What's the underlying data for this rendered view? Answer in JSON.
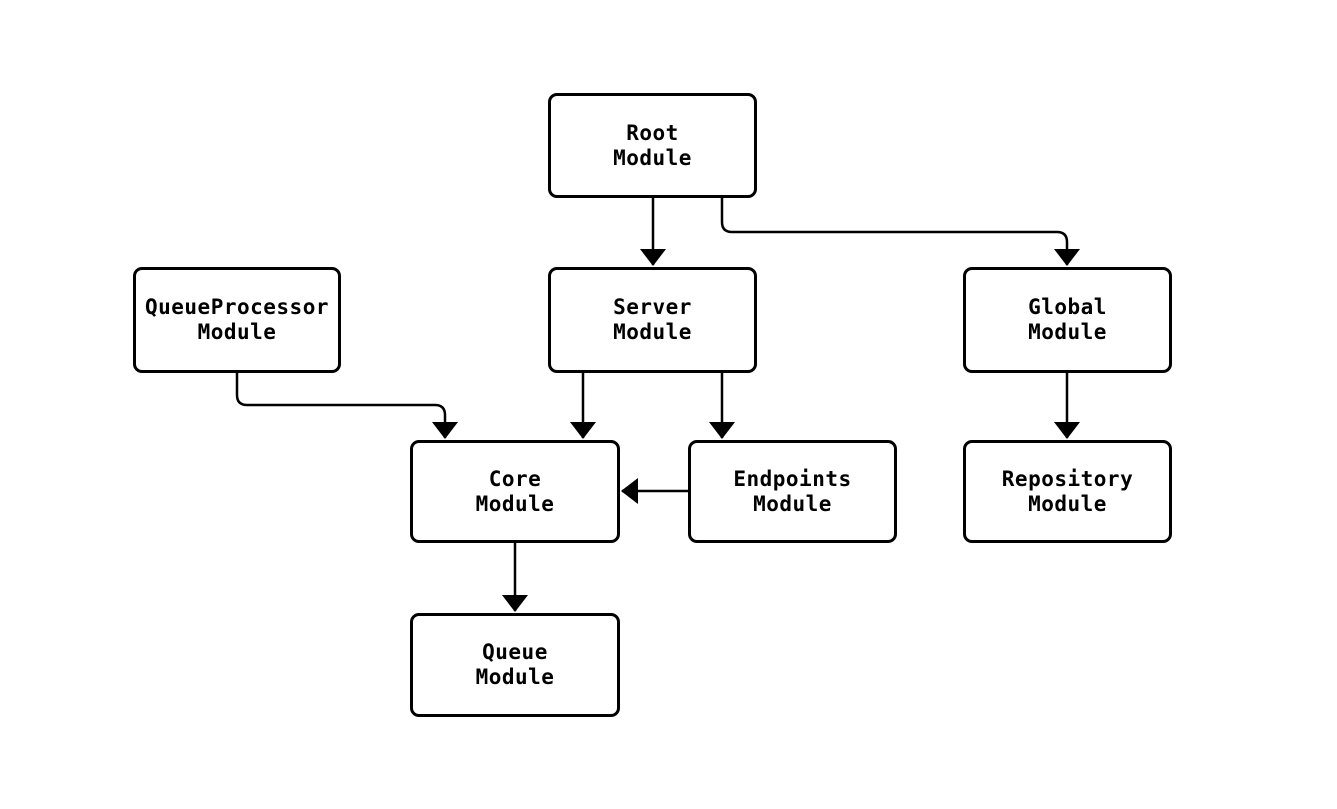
{
  "diagram": {
    "type": "module-dependency-flowchart",
    "background_color": "#ffffff",
    "node_fill_color": "#ffffff",
    "node_border_color": "#000000",
    "edge_color": "#000000",
    "text_color": "#000000",
    "nodes": {
      "root": {
        "label": "Root\nModule"
      },
      "queueprocessor": {
        "label": "QueueProcessor\nModule"
      },
      "server": {
        "label": "Server\nModule"
      },
      "global": {
        "label": "Global\nModule"
      },
      "core": {
        "label": "Core\nModule"
      },
      "endpoints": {
        "label": "Endpoints\nModule"
      },
      "repository": {
        "label": "Repository\nModule"
      },
      "queue": {
        "label": "Queue\nModule"
      }
    },
    "edges": [
      {
        "from": "Root Module",
        "to": "Server Module"
      },
      {
        "from": "Root Module",
        "to": "Global Module"
      },
      {
        "from": "QueueProcessor Module",
        "to": "Core Module"
      },
      {
        "from": "Server Module",
        "to": "Core Module"
      },
      {
        "from": "Server Module",
        "to": "Endpoints Module"
      },
      {
        "from": "Endpoints Module",
        "to": "Core Module"
      },
      {
        "from": "Global Module",
        "to": "Repository Module"
      },
      {
        "from": "Core Module",
        "to": "Queue Module"
      }
    ]
  }
}
